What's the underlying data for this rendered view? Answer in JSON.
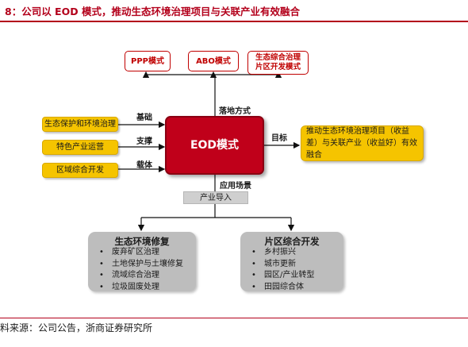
{
  "title": "8：公司以 EOD 模式，推动生态环境治理项目与关联产业有效融合",
  "center": {
    "label": "EOD模式"
  },
  "modes": [
    {
      "label": "PPP模式"
    },
    {
      "label": "ABO模式"
    },
    {
      "label": "生态综合治理\n片区开发模式"
    }
  ],
  "inputs": [
    {
      "label": "生态保护和环境治理",
      "connector": "基础"
    },
    {
      "label": "特色产业运营",
      "connector": "支撑"
    },
    {
      "label": "区域综合开发",
      "connector": "载体"
    }
  ],
  "edges": {
    "top": "落地方式",
    "right": "目标",
    "bottom": "应用场景",
    "bottom_box": "产业导入"
  },
  "goal": {
    "label": "推动生态环境治理项目（收益差）与关联产业（收益好）有效融合"
  },
  "panels": [
    {
      "title": "生态环境修复",
      "items": [
        "废弃矿区治理",
        "土地保护与土壤修复",
        "流域综合治理",
        "垃圾固废处理"
      ]
    },
    {
      "title": "片区综合开发",
      "items": [
        "乡村振兴",
        "城市更新",
        "园区/产业转型",
        "田园综合体"
      ]
    }
  ],
  "source": "料来源：公司公告，浙商证券研究所",
  "colors": {
    "accent": "#c0001a",
    "yellow": "#f5c400",
    "gray": "#bdbdbd"
  }
}
